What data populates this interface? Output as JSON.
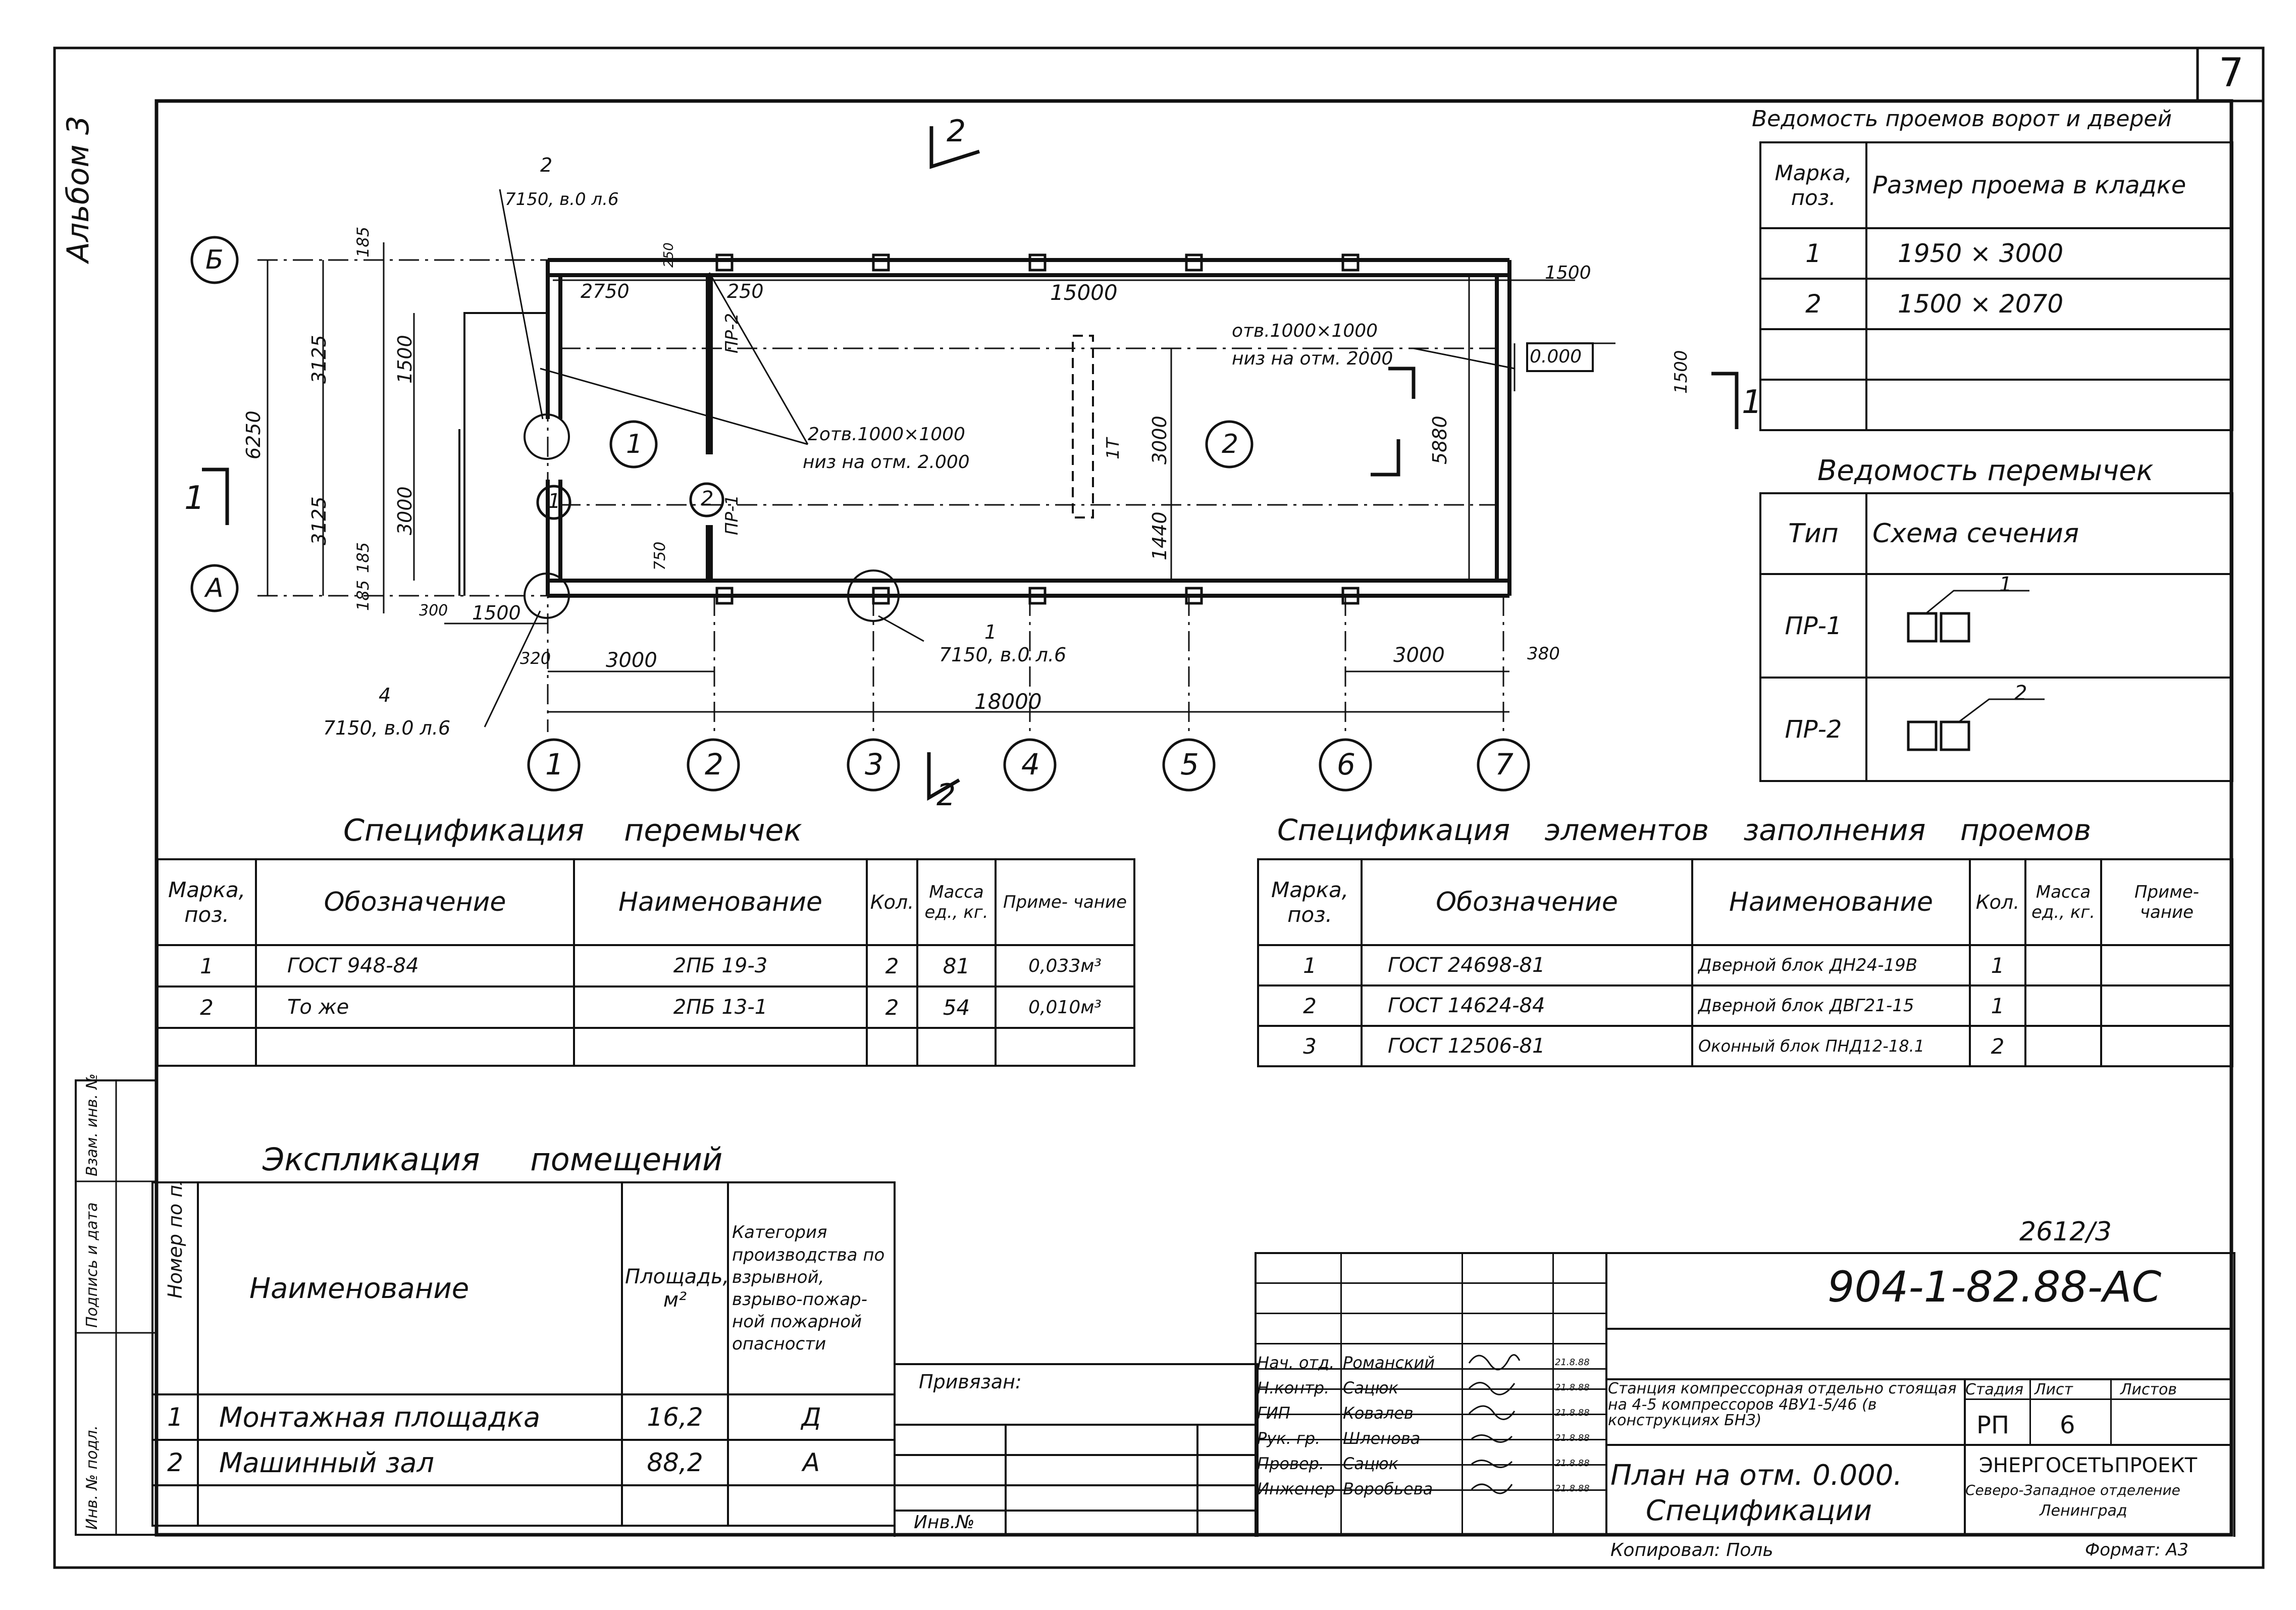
{
  "sheet_number": "7",
  "album": "Альбом 3",
  "plan": {
    "axes_letters": [
      "Б",
      "А"
    ],
    "axes_numbers": [
      "1",
      "2",
      "3",
      "4",
      "5",
      "6",
      "7"
    ],
    "rooms": [
      "1",
      "2"
    ],
    "doors": [
      "1",
      "2"
    ],
    "partitions": [
      "ПР-1",
      "ПР-2",
      "1Т"
    ],
    "section_mark": "2",
    "section_mark_left": "1",
    "section_mark_right": "1",
    "level": "0.000",
    "dimensions": {
      "top_2750": "2750",
      "top_250a": "250",
      "top_250b": "250",
      "top_15000": "15000",
      "top_1500": "1500",
      "left_6250": "6250",
      "left_3125a": "3125",
      "left_3125b": "3125",
      "left_185a": "185",
      "left_185b": "185",
      "left_185c": "185",
      "left_1500": "1500",
      "left_3000": "3000",
      "inner_750": "750",
      "right_3000": "3000",
      "right_1440": "1440",
      "right_5880": "5880",
      "right_1500": "1500",
      "bottom_300": "300",
      "bottom_1500": "1500",
      "bottom_320": "320",
      "bottom_3000a": "3000",
      "bottom_3000b": "3000",
      "bottom_380": "380",
      "bottom_18000": "18000"
    },
    "callouts": {
      "c1_num": "2",
      "c1_ref": "7150, в.0 л.6",
      "c2_num": "1",
      "c2_ref": "7150, в.0 л.6",
      "c3_num": "4",
      "c3_ref": "7150, в.0 л.6",
      "hole1_a": "2отв.1000×1000",
      "hole1_b": "низ на отм. 2.000",
      "hole2_a": "отв.1000×1000",
      "hole2_b": "низ на отм. 2000"
    }
  },
  "openings": {
    "title": "Ведомость проемов ворот и дверей",
    "headers": [
      "Марка, поз.",
      "Размер проема в кладке"
    ],
    "rows": [
      [
        "1",
        "1950 × 3000"
      ],
      [
        "2",
        "1500 × 2070"
      ],
      [
        "",
        ""
      ],
      [
        "",
        ""
      ]
    ]
  },
  "lintels": {
    "title": "Ведомость перемычек",
    "headers": [
      "Тип",
      "Схема сечения"
    ],
    "rows": [
      {
        "type": "ПР-1",
        "mark": "1"
      },
      {
        "type": "ПР-2",
        "mark": "2"
      }
    ]
  },
  "spec_lintels": {
    "title": "Спецификация перемычек",
    "headers": [
      "Марка, поз.",
      "Обозначение",
      "Наименование",
      "Кол.",
      "Масса ед., кг.",
      "Приме- чание"
    ],
    "rows": [
      [
        "1",
        "ГОСТ 948-84",
        "2ПБ 19-3",
        "2",
        "81",
        "0,033м³"
      ],
      [
        "2",
        "То же",
        "2ПБ 13-1",
        "2",
        "54",
        "0,010м³"
      ],
      [
        "",
        "",
        "",
        "",
        "",
        ""
      ]
    ]
  },
  "spec_fill": {
    "title": "Спецификация элементов заполнения проемов",
    "headers": [
      "Марка, поз.",
      "Обозначение",
      "Наименование",
      "Кол.",
      "Масса ед., кг.",
      "Приме- чание"
    ],
    "rows": [
      [
        "1",
        "ГОСТ 24698-81",
        "Дверной блок ДН24-19В",
        "1",
        "",
        ""
      ],
      [
        "2",
        "ГОСТ 14624-84",
        "Дверной блок ДВГ21-15",
        "1",
        "",
        ""
      ],
      [
        "3",
        "ГОСТ 12506-81",
        "Оконный блок ПНД12-18.1",
        "2",
        "",
        ""
      ]
    ]
  },
  "explication": {
    "title": "Экспликация помещений",
    "headers": [
      "Номер по плану",
      "Наименование",
      "Площадь, м²",
      "Категория производства по взрывной, взрыво-пожар­ной пожар­ной опасности"
    ],
    "rows": [
      [
        "1",
        "Монтажная площадка",
        "16,2",
        "Д"
      ],
      [
        "2",
        "Машинный зал",
        "88,2",
        "А"
      ]
    ]
  },
  "side_stamp": [
    "Инв. № подл.",
    "Подпись и дата",
    "Взам. инв. №"
  ],
  "title_block": {
    "inventory_top": "2612/3",
    "code": "904-1-82.88-АС",
    "bound": "Привязан:",
    "inv_no": "Инв.№",
    "roles": [
      "Нач. отд.",
      "Н.контр.",
      "ГИП",
      "Рук. гр.",
      "Провер.",
      "Инженер"
    ],
    "names": [
      "Романский",
      "Сацюк",
      "Ковалев",
      "Шленова",
      "Сацюк",
      "Воробьева"
    ],
    "dates": [
      "21.8.88",
      "21.8.88",
      "21.8.88",
      "21.8.88",
      "21.8.88",
      "21.8.88"
    ],
    "project": "Станция компрессорная отдельно стоящая на 4-5 компрессоров 4ВУ1-5/46 (в конструкциях БНЗ)",
    "stage_label": "Стадия",
    "sheet_label": "Лист",
    "sheets_label": "Листов",
    "stage": "РП",
    "sheet": "6",
    "sheets": "",
    "drawing_title_1": "План на отм. 0.000.",
    "drawing_title_2": "Спецификации",
    "org_1": "ЭНЕРГОСЕТЬПРОЕКТ",
    "org_2": "Северо-Западное отделение",
    "org_3": "Ленинград",
    "copied": "Копировал: Поль",
    "format": "Формат: А3"
  }
}
